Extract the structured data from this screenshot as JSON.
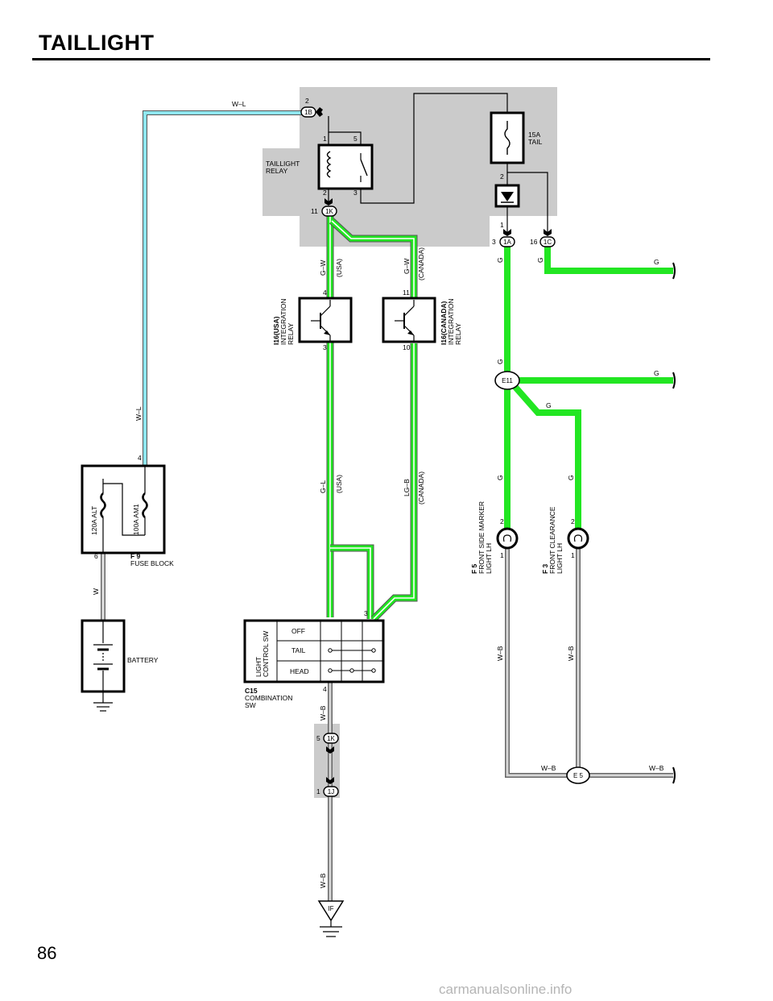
{
  "title": "TAILLIGHT",
  "page_number": "86",
  "watermark": "carmanualsonline.info",
  "colors": {
    "green_wire": "#22e622",
    "cyan_wire": "#8fe6ee",
    "junction_block": "#cbcbcb"
  },
  "wires": {
    "w_l": "W–L",
    "w": "W",
    "g_w": "G–W",
    "g_l": "G–L",
    "lg_b": "LG–B",
    "w_b": "W–B",
    "g": "G",
    "usa": "(USA)",
    "canada": "(CANADA)"
  },
  "components": {
    "taillight_relay": [
      "TAILLIGHT",
      "RELAY"
    ],
    "fuse_tail": [
      "15A",
      "TAIL"
    ],
    "fuse_block_code": "F 9",
    "fuse_block_name": "FUSE BLOCK",
    "fuse_alt": "120A ALT",
    "fuse_am1": "100A AM1",
    "battery": "BATTERY",
    "integration_usa": [
      "I16(USA)",
      "INTEGRATION",
      "RELAY"
    ],
    "integration_canada": [
      "I16(CANADA)",
      "INTEGRATION",
      "RELAY"
    ],
    "light_control_sw": [
      "LIGHT",
      "CONTROL SW"
    ],
    "switch_positions": [
      "OFF",
      "TAIL",
      "HEAD"
    ],
    "combination_sw": [
      "C15",
      "COMBINATION",
      "SW"
    ],
    "front_side_marker": [
      "F 5",
      "FRONT SIDE MARKER",
      "LIGHT LH"
    ],
    "front_clearance": [
      "F 3",
      "FRONT CLEARANCE",
      "LIGHT LH"
    ]
  },
  "connectors": {
    "c1B": "1B",
    "c1K": "1K",
    "c1A": "1A",
    "c1C": "1C",
    "c1J": "1J",
    "e11": "E11",
    "e5": "E 5",
    "if": "IF"
  },
  "pins": {
    "p1": "1",
    "p2": "2",
    "p3": "3",
    "p4": "4",
    "p5": "5",
    "p6": "6",
    "p10": "10",
    "p11": "11",
    "p16": "16"
  }
}
